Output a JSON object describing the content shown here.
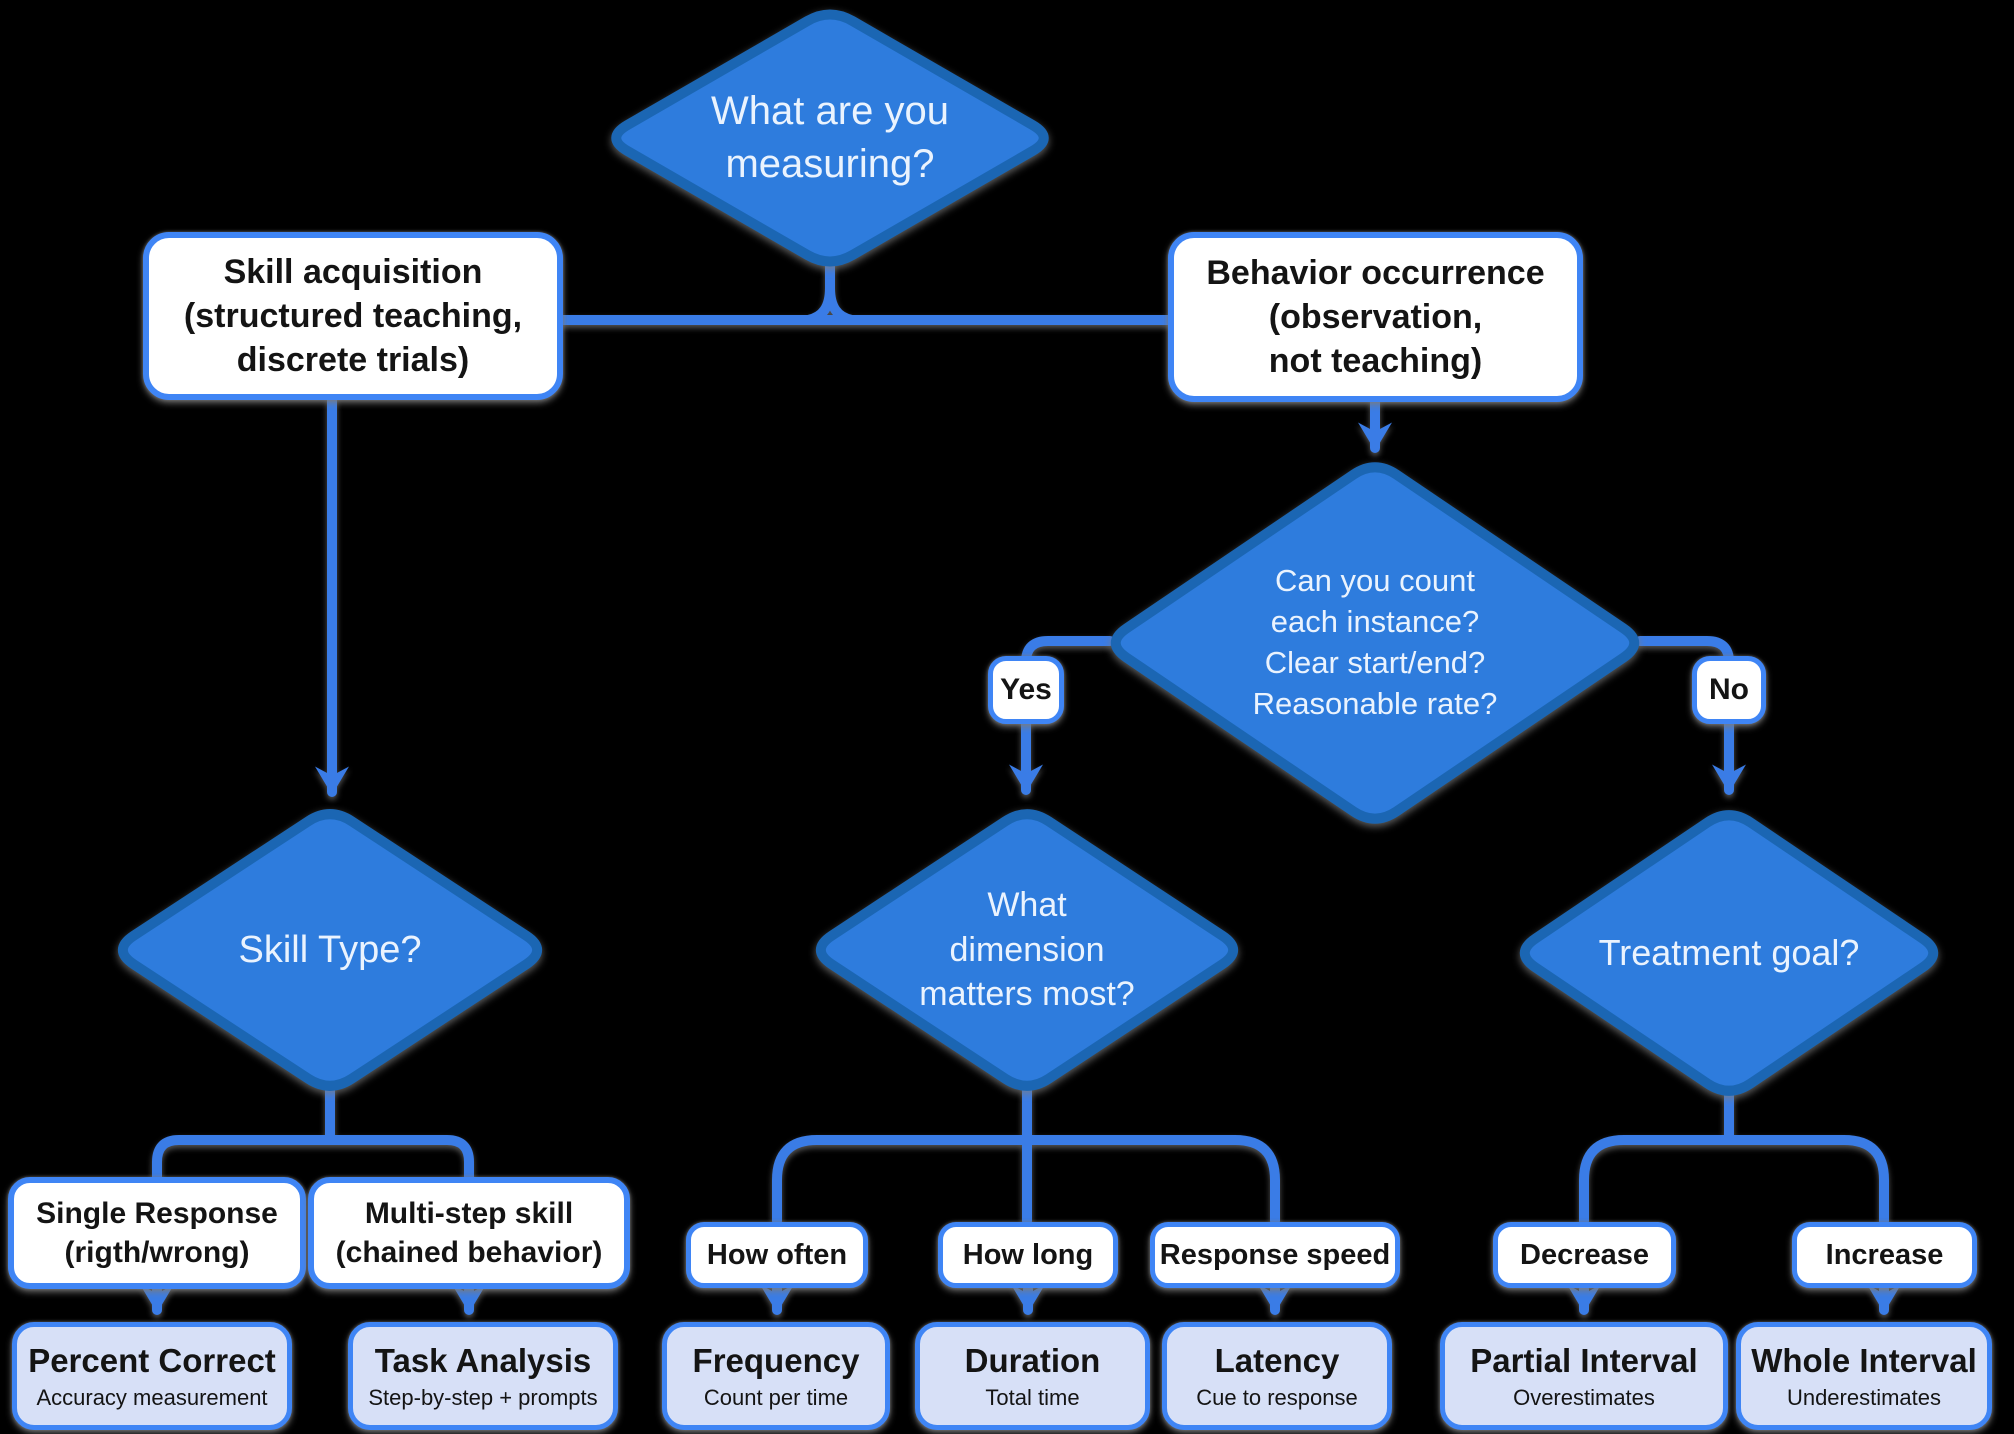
{
  "colors": {
    "background": "#000000",
    "diamond_fill": "#2e7cdd",
    "diamond_border": "#1b66b3",
    "connector": "#3a7ce6",
    "box_border": "#3f85f5",
    "outcome_fill": "#d7e0f7",
    "box_fill": "#ffffff",
    "diamond_text": "#eaf3fe",
    "box_text": "#141414"
  },
  "nodes": {
    "measuring": {
      "type": "decision",
      "lines": [
        "What are you",
        "measuring?"
      ]
    },
    "skill_acq": {
      "type": "option",
      "lines": [
        "Skill acquisition",
        "(structured teaching,",
        "discrete trials)"
      ]
    },
    "behavior_occ": {
      "type": "option",
      "lines": [
        "Behavior occurrence",
        "(observation,",
        "not teaching)"
      ]
    },
    "skill_type": {
      "type": "decision",
      "lines": [
        "Skill Type?"
      ]
    },
    "count_instance": {
      "type": "decision",
      "lines": [
        "Can you count",
        "each instance?",
        "Clear start/end?",
        "Reasonable rate?"
      ]
    },
    "dimension": {
      "type": "decision",
      "lines": [
        "What",
        "dimension",
        "matters most?"
      ]
    },
    "treatment_goal": {
      "type": "decision",
      "lines": [
        "Treatment goal?"
      ]
    },
    "yes_label": {
      "type": "connector-label",
      "label": "Yes"
    },
    "no_label": {
      "type": "connector-label",
      "label": "No"
    },
    "single_response": {
      "type": "option",
      "lines": [
        "Single Response",
        "(rigth/wrong)"
      ]
    },
    "multi_step": {
      "type": "option",
      "lines": [
        "Multi-step skill",
        "(chained behavior)"
      ]
    },
    "how_often": {
      "type": "connector-label",
      "label": "How often"
    },
    "how_long": {
      "type": "connector-label",
      "label": "How long"
    },
    "response_speed": {
      "type": "connector-label",
      "label": "Response speed"
    },
    "decrease": {
      "type": "connector-label",
      "label": "Decrease"
    },
    "increase": {
      "type": "connector-label",
      "label": "Increase"
    },
    "percent_correct": {
      "type": "outcome",
      "title": "Percent Correct",
      "subtitle": "Accuracy measurement"
    },
    "task_analysis": {
      "type": "outcome",
      "title": "Task Analysis",
      "subtitle": "Step-by-step + prompts"
    },
    "frequency": {
      "type": "outcome",
      "title": "Frequency",
      "subtitle": "Count per time"
    },
    "duration": {
      "type": "outcome",
      "title": "Duration",
      "subtitle": "Total time"
    },
    "latency": {
      "type": "outcome",
      "title": "Latency",
      "subtitle": "Cue to response"
    },
    "partial_interval": {
      "type": "outcome",
      "title": "Partial Interval",
      "subtitle": "Overestimates"
    },
    "whole_interval": {
      "type": "outcome",
      "title": "Whole Interval",
      "subtitle": "Underestimates"
    }
  }
}
